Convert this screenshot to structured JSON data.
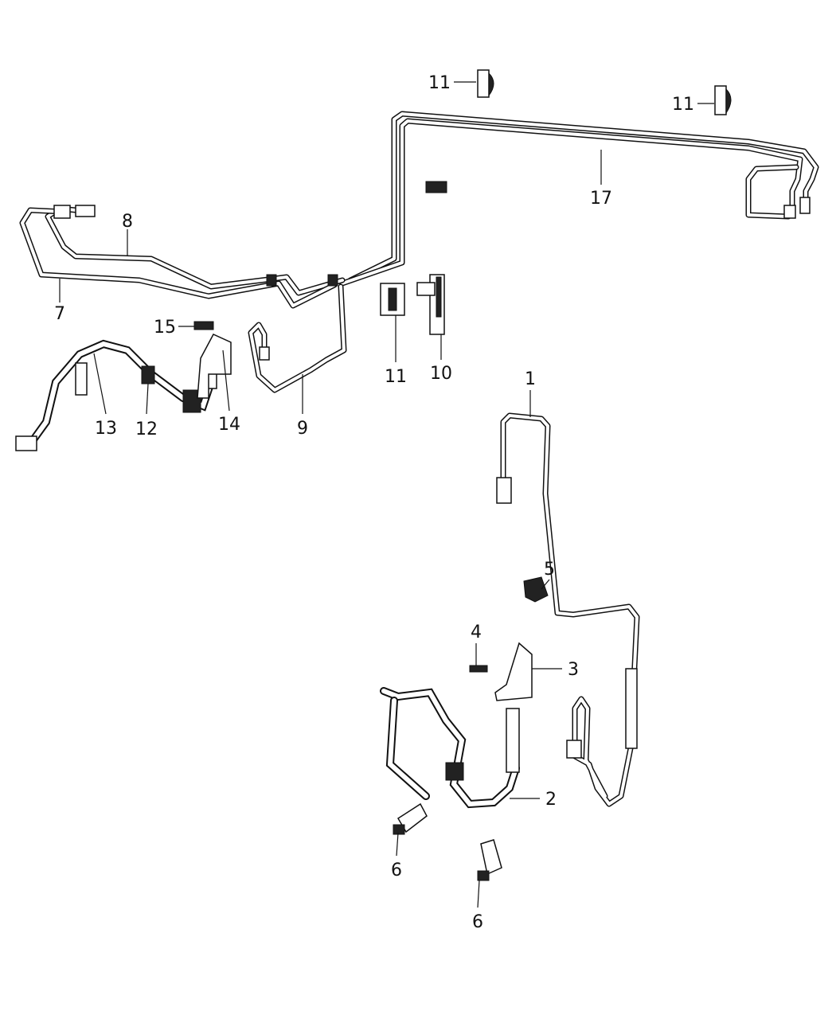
{
  "diagram": {
    "title": "Brake lines and hoses parts diagram",
    "callouts": [
      "11",
      "11",
      "17",
      "8",
      "7",
      "15",
      "11",
      "10",
      "13",
      "12",
      "14",
      "9",
      "1",
      "5",
      "4",
      "3",
      "2",
      "6",
      "6"
    ]
  }
}
